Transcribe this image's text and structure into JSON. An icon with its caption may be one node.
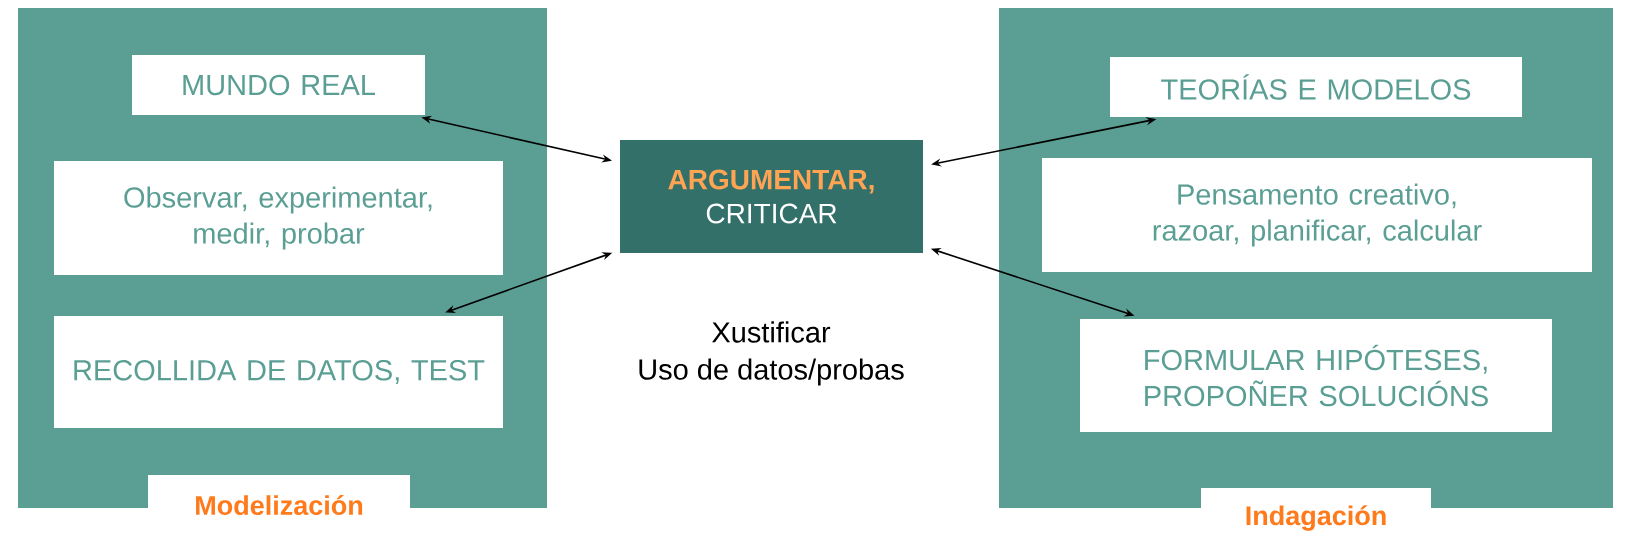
{
  "diagram": {
    "nodes": [
      {
        "text": [],
        "shape": "box"
      },
      {
        "text": [
          "MUNDO REAL"
        ],
        "in": 0
      },
      {
        "text": [
          "Observar, experimentar, medir, probar"
        ],
        "in": 0
      },
      {
        "text": [
          "RECOLLIDA DE DATOS, TEST"
        ],
        "in": 0
      },
      {
        "text": [
          "Modelización"
        ]
      },
      {
        "text": [
          "ARGUMENTAR,",
          "CRITICAR"
        ]
      },
      {
        "text": [],
        "shape": "box"
      },
      {
        "text": [
          "TEORÍAS E MODELOS"
        ],
        "in": 6
      },
      {
        "text": [
          "Pensamento creativo, razoar, planificar, calcular"
        ],
        "in": 6
      },
      {
        "text": [
          "FORMULAR HIPÓTESES, PROPOÑER SOLUCIÓNS"
        ],
        "in": 6
      },
      {
        "text": [
          "Indagación"
        ]
      }
    ],
    "edges": [
      {
        "from": 1,
        "to": 5,
        "arrow": "both"
      },
      {
        "from": 3,
        "to": 5,
        "arrow": "both"
      },
      {
        "from": 7,
        "to": 5,
        "arrow": "both"
      },
      {
        "from": 9,
        "to": 5,
        "arrow": "both"
      }
    ],
    "labels": [
      "Xustificar",
      "Uso de datos/probas"
    ]
  }
}
